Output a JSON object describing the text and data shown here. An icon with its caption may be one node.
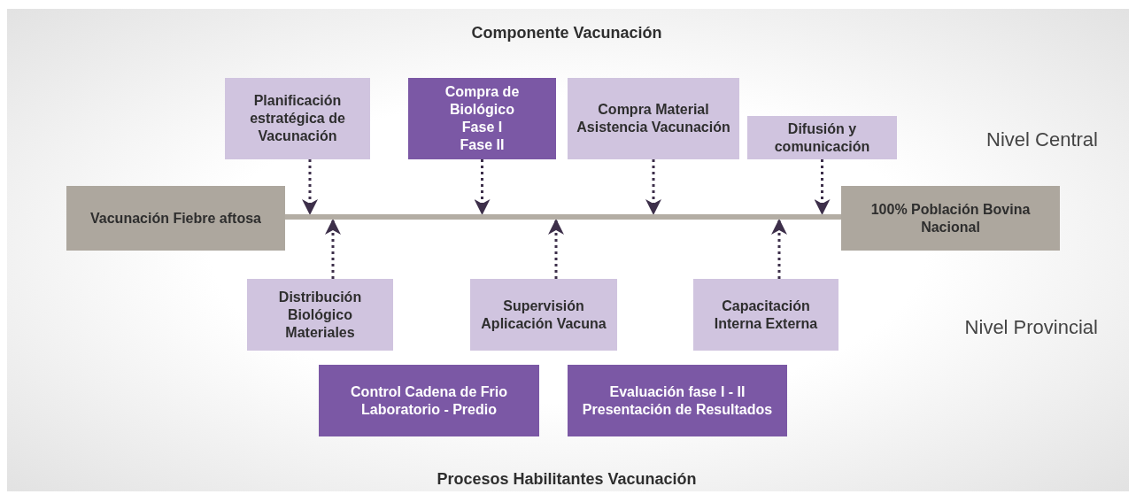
{
  "diagram": {
    "title": "Componente Vacunación",
    "caption": "Procesos Habilitantes Vacunación",
    "nodes": [
      {
        "text": [
          "Planificación estratégica de Vacunación"
        ]
      },
      {
        "text": [
          "Compra de Biológico",
          "Fase I",
          "Fase II"
        ]
      },
      {
        "text": [
          "Compra Material Asistencia Vacunación"
        ]
      },
      {
        "text": [
          "Difusión y comunicación"
        ]
      },
      {
        "text": [
          "Vacunación Fiebre aftosa"
        ]
      },
      {
        "text": [],
        "shape": "bar"
      },
      {
        "text": [
          "100% Población Bovina Nacional"
        ]
      },
      {
        "text": [
          "Distribución Biológico Materiales"
        ]
      },
      {
        "text": [
          "Supervisión Aplicación Vacuna"
        ]
      },
      {
        "text": [
          "Capacitación Interna Externa"
        ]
      },
      {
        "text": [
          "Control Cadena de Frio",
          "Laboratorio - Predio"
        ]
      },
      {
        "text": [
          "Evaluación fase I - II",
          "Presentación de Resultados"
        ]
      }
    ],
    "edges": [
      {
        "from": 0,
        "to": 5,
        "arrow": "to",
        "style": "dashed"
      },
      {
        "from": 1,
        "to": 5,
        "arrow": "to",
        "style": "dashed"
      },
      {
        "from": 2,
        "to": 5,
        "arrow": "to",
        "style": "dashed"
      },
      {
        "from": 3,
        "to": 5,
        "arrow": "to",
        "style": "dashed"
      },
      {
        "from": 7,
        "to": 5,
        "arrow": "to",
        "style": "dashed"
      },
      {
        "from": 8,
        "to": 5,
        "arrow": "to",
        "style": "dashed"
      },
      {
        "from": 9,
        "to": 5,
        "arrow": "to",
        "style": "dashed"
      }
    ],
    "labels": [
      "Nivel Central",
      "Nivel Provincial"
    ]
  }
}
